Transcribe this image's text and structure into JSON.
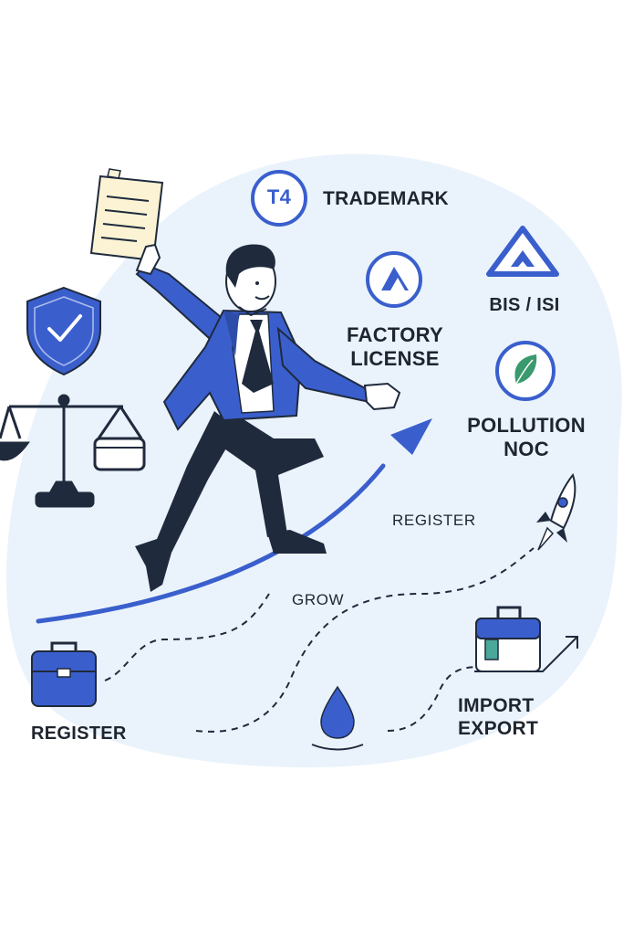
{
  "labels": {
    "trademark": "TRADEMARK",
    "factory_license_line1": "FACTORY",
    "factory_license_line2": "LICENSE",
    "bis_isi": "BIS / ISI",
    "pollution_noc_line1": "POLLUTION",
    "pollution_noc_line2": "NOC",
    "register_small": "REGISTER",
    "grow": "GROW",
    "register_bottom": "REGISTER",
    "import_export_line1": "IMPORT",
    "import_export_line2": "EXPORT",
    "trademark_badge": "T4"
  },
  "icons": {
    "document": "document-icon",
    "shield": "shield-check-icon",
    "scales": "scales-of-justice-icon",
    "trademark": "trademark-badge-icon",
    "factory": "factory-license-icon",
    "bis": "bis-isi-triangle-icon",
    "pollution": "leaf-icon",
    "rocket": "rocket-icon",
    "briefcase_left": "briefcase-icon",
    "briefcase_right": "briefcase-icon",
    "water_drop": "water-drop-icon",
    "arrow_up": "arrow-up-right-icon"
  },
  "colors": {
    "accent_blue": "#3a5fcd",
    "dark_navy": "#1f2a3d",
    "background_blob": "#eaf3fb",
    "paper": "#fbf3d3"
  }
}
